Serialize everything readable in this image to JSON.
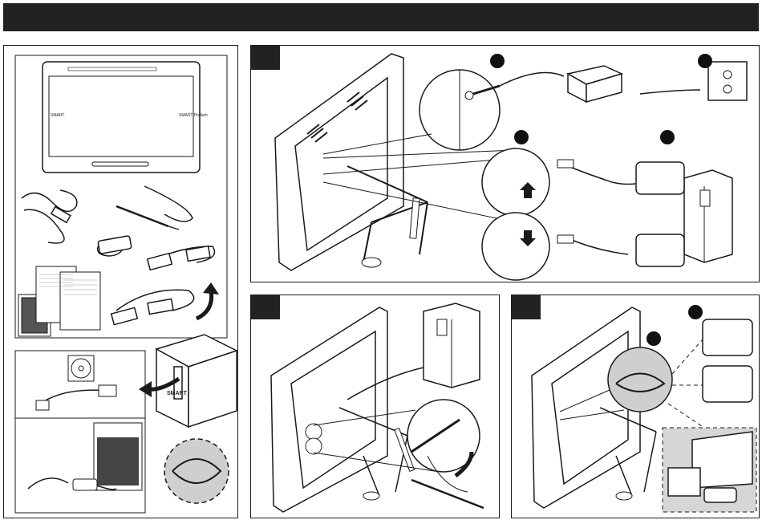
{
  "brand": {
    "logo_text": "SMART",
    "device_label": "SMART Podium"
  },
  "steps": [
    {
      "name": "step-1",
      "label": ""
    },
    {
      "name": "step-2",
      "label": ""
    },
    {
      "name": "step-3",
      "label": ""
    }
  ],
  "colors": {
    "header": "#222222",
    "stroke": "#1a1a1a",
    "highlight_circle": "#cfcfcf",
    "dashed_box": "#d6d6d6"
  },
  "icons": [
    "display-icon",
    "usb-icon",
    "arrow-up-icon",
    "arrow-down-icon",
    "curved-arrow-icon"
  ]
}
